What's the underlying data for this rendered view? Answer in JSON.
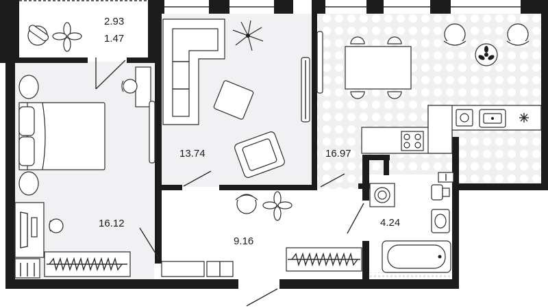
{
  "rooms": {
    "balcony_area_a": "2.93",
    "balcony_area_b": "1.47",
    "living_room_area": "13.74",
    "kitchen_area": "16.97",
    "bedroom_area": "16.12",
    "hallway_area": "9.16",
    "bathroom_area": "4.24"
  },
  "colors": {
    "wall": "#1c1c1c",
    "room_fill_light": "#f1f1f4",
    "kitchen_dots": "#ffffff",
    "furniture_stroke": "#2a2a2a"
  }
}
